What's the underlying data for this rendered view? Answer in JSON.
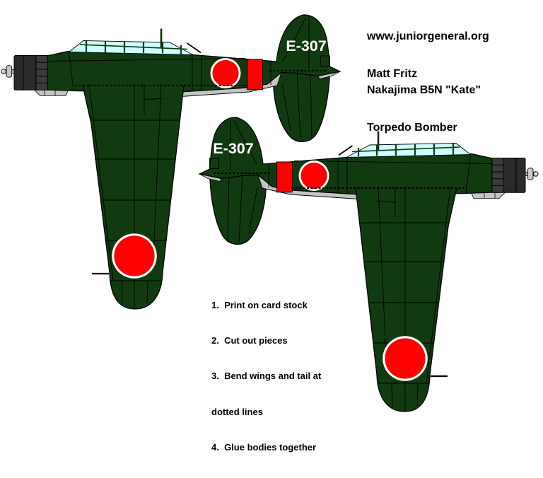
{
  "document": {
    "background": "#ffffff"
  },
  "header": {
    "site_url": "www.juniorgeneral.org",
    "author": "Matt Fritz"
  },
  "subject": {
    "aircraft_name": "Nakajima B5N \"Kate\"",
    "aircraft_type": "Torpedo Bomber"
  },
  "instructions": {
    "lines": [
      "1.  Print on card stock",
      "2.  Cut out pieces",
      "3.  Bend wings and tail at",
      "dotted lines",
      "4.  Glue bodies together"
    ]
  },
  "planes": [
    {
      "position": "upper-left",
      "facing": "left",
      "tail_code": "E-307"
    },
    {
      "position": "lower-right",
      "facing": "right",
      "tail_code": "E-307"
    }
  ],
  "colors": {
    "camouflage_green": "#113a11",
    "marking_red": "#ff0000",
    "canopy_glass": "#ccffff",
    "metal_gray": "#c4c4c4",
    "cowling_dark_gray": "#2a2a2a",
    "cowling_segment_gray": "#3c3c3c",
    "tail_code_white": "#ffffff",
    "text_black": "#000000"
  }
}
